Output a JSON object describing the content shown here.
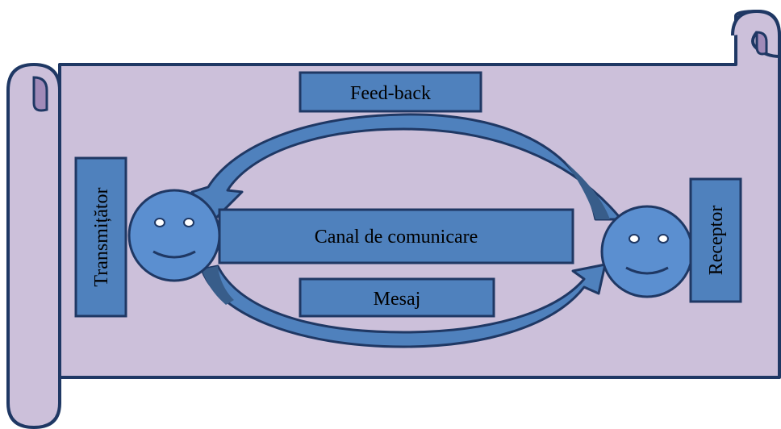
{
  "labels": {
    "feedback": "Feed-back",
    "channel": "Canal de comunicare",
    "message": "Mesaj",
    "transmitter": "Transmițător",
    "receiver": "Receptor"
  },
  "colors": {
    "scroll_fill": "#ccc0da",
    "scroll_stroke": "#1f3864",
    "box_fill": "#4f81bd",
    "face_fill": "#5b8fd0",
    "eye_fill": "#ffffff",
    "arrow_fill": "#4f81bd",
    "arrow_shade": "#385d8a"
  }
}
